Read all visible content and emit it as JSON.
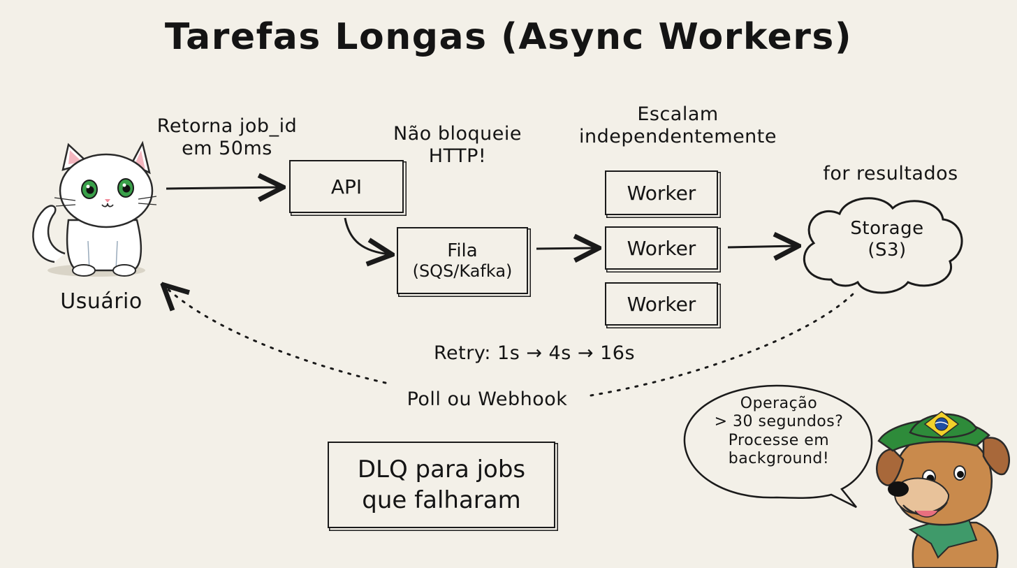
{
  "title": "Tarefas Longas (Async Workers)",
  "user": {
    "label": "Usuário"
  },
  "annotations": {
    "returns_job_line1": "Retorna job_id",
    "returns_job_line2": "em 50ms",
    "no_block_line1": "Não bloqueie",
    "no_block_line2": "HTTP!",
    "scale_line1": "Escalam",
    "scale_line2": "independentemente",
    "results": "for resultados",
    "retry": "Retry: 1s → 4s → 16s",
    "poll": "Poll ou Webhook"
  },
  "nodes": {
    "api": "API",
    "queue_line1": "Fila",
    "queue_line2": "(SQS/Kafka)",
    "workers": [
      "Worker",
      "Worker",
      "Worker"
    ],
    "storage_line1": "Storage",
    "storage_line2": "(S3)",
    "dlq_line1": "DLQ para jobs",
    "dlq_line2": "que falharam"
  },
  "mascot_speech": {
    "line1": "Operação",
    "line2": "> 30 segundos?",
    "line3": "Processe em",
    "line4": "background!"
  },
  "colors": {
    "background": "#f3f0e8",
    "ink": "#141414",
    "cat_eyes": "#3aa04a",
    "dog_fur": "#c98a4c",
    "cap_green": "#2e8b3a",
    "cap_yellow": "#f2d12b",
    "cap_blue": "#1e4fa3"
  }
}
